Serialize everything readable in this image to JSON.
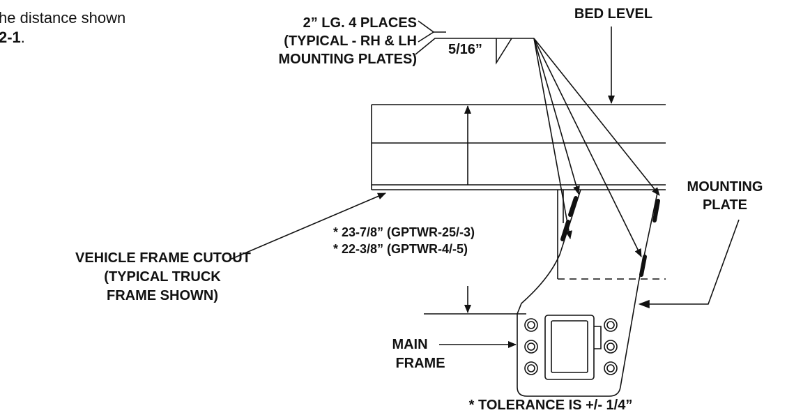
{
  "intro": {
    "line1": "he distance shown",
    "line2_bold": "2-1",
    "line2_tail": "."
  },
  "labels": {
    "weld_length": "2” LG. 4 PLACES",
    "weld_note_1": "(TYPICAL - RH & LH",
    "weld_note_2": "MOUNTING PLATES)",
    "weld_size": "5/16”",
    "bed_level": "BED LEVEL",
    "mounting_plate_1": "MOUNTING",
    "mounting_plate_2": "PLATE",
    "dim_1": "* 23-7/8” (GPTWR-25/-3)",
    "dim_2": "* 22-3/8” (GPTWR-4/-5)",
    "cutout_1": "VEHICLE FRAME CUTOUT",
    "cutout_2": "(TYPICAL TRUCK",
    "cutout_3": "FRAME SHOWN)",
    "main_1": "MAIN",
    "main_2": "FRAME",
    "tolerance": "* TOLERANCE IS +/- 1/4”"
  }
}
